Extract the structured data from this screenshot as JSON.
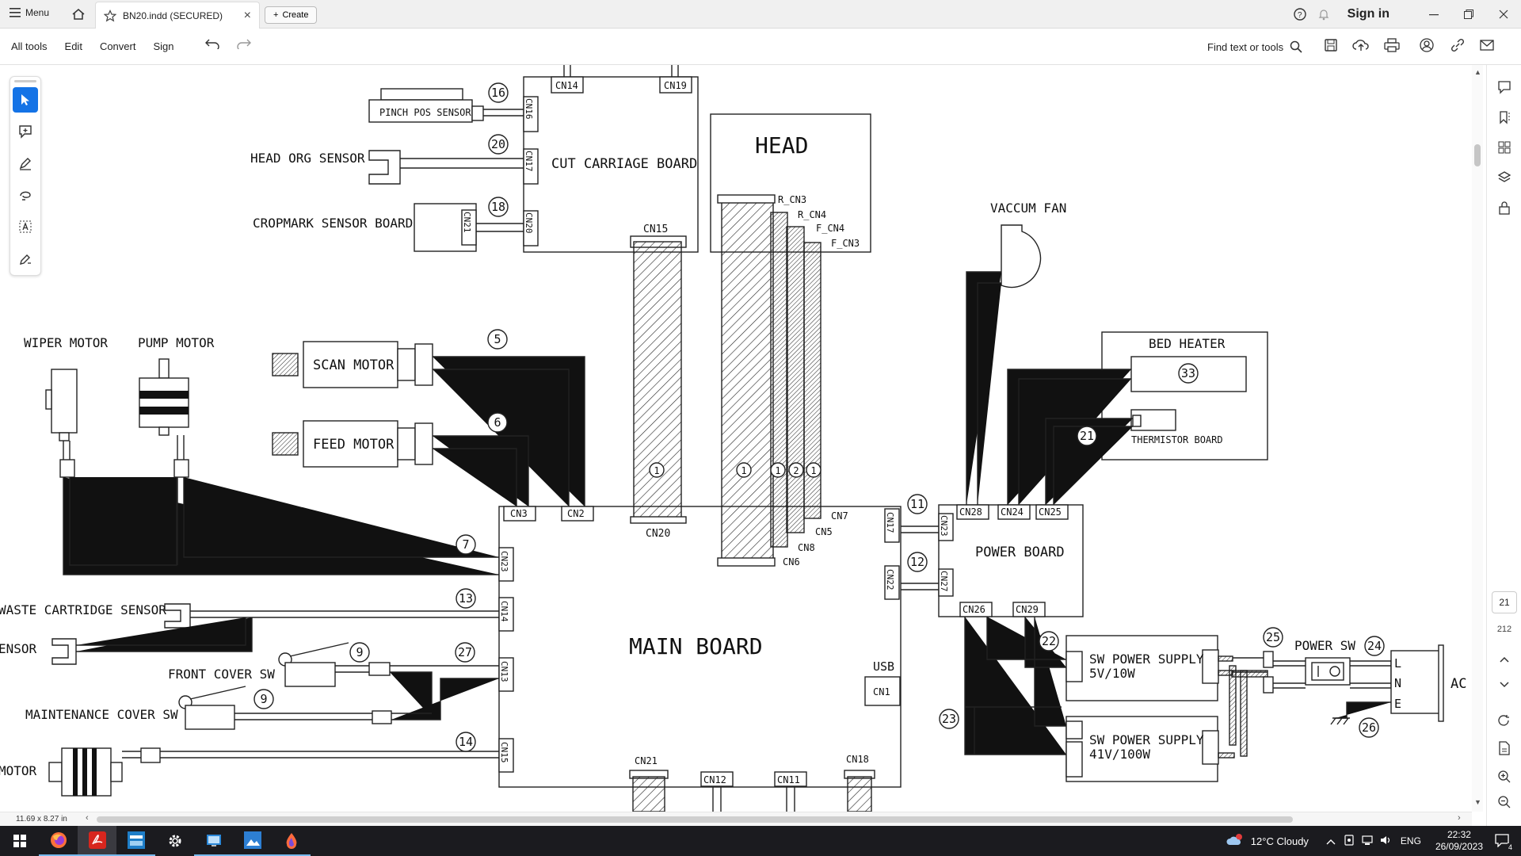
{
  "app": {
    "menu_label": "Menu",
    "tab_title": "BN20.indd (SECURED)",
    "create_label": "Create",
    "sign_in": "Sign in"
  },
  "toolbar": {
    "items": [
      "All tools",
      "Edit",
      "Convert",
      "Sign"
    ],
    "find_label": "Find text or tools"
  },
  "page_nav": {
    "current_page": "21",
    "total_pages": "212"
  },
  "status": {
    "page_size": "11.69 x 8.27 in"
  },
  "taskbar": {
    "weather": "12°C Cloudy",
    "language": "ENG",
    "time": "22:32",
    "date": "26/09/2023",
    "notifications": "4"
  },
  "diagram": {
    "boards": {
      "main": "MAIN BOARD",
      "power": "POWER BOARD",
      "cut_carriage": "CUT CARRIAGE BOARD",
      "head": "HEAD",
      "bed_heater": "BED HEATER",
      "thermistor": "THERMISTOR BOARD",
      "psu5": [
        "SW POWER SUPPLY",
        "5V/10W"
      ],
      "psu41": [
        "SW POWER SUPPLY",
        "41V/100W"
      ]
    },
    "components": {
      "pinch": "PINCH POS SENSOR",
      "head_org": "HEAD ORG SENSOR",
      "cropmark": "CROPMARK SENSOR BOARD",
      "vacuum": "VACCUM FAN",
      "wiper": "WIPER MOTOR",
      "pump": "PUMP MOTOR",
      "scan": "SCAN MOTOR",
      "feed": "FEED MOTOR",
      "waste": "WASTE CARTRIDGE SENSOR",
      "ensor": "ENSOR",
      "front_cover": "FRONT COVER SW",
      "maint_cover": "MAINTENANCE COVER SW",
      "motor": "MOTOR",
      "power_sw": "POWER SW",
      "ac": "AC",
      "usb": "USB",
      "lne": [
        "L",
        "N",
        "E"
      ]
    },
    "connectors": {
      "cn14": "CN14",
      "cn19": "CN19",
      "cn16": "CN16",
      "cn17": "CN17",
      "cn20": "CN20",
      "cn21": "CN21",
      "cn15_top": "CN15",
      "cn20_bot": "CN20",
      "r_cn3": "R_CN3",
      "r_cn4": "R_CN4",
      "f_cn4": "F_CN4",
      "f_cn3": "F_CN3",
      "cn7": "CN7",
      "cn5": "CN5",
      "cn8": "CN8",
      "cn6": "CN6",
      "cn3": "CN3",
      "cn2": "CN2",
      "cn23": "CN23",
      "cn14_m": "CN14",
      "cn13": "CN13",
      "cn15_m": "CN15",
      "cn21_b": "CN21",
      "cn12": "CN12",
      "cn11": "CN11",
      "cn18": "CN18",
      "cn17_r": "CN17",
      "cn22_r": "CN22",
      "cn1": "CN1",
      "p_cn23": "CN23",
      "p_cn27": "CN27",
      "p_cn28": "CN28",
      "p_cn24": "CN24",
      "p_cn25": "CN25",
      "p_cn26": "CN26",
      "p_cn29": "CN29"
    },
    "callouts": [
      "16",
      "20",
      "18",
      "5",
      "6",
      "1",
      "1",
      "1",
      "2",
      "1",
      "7",
      "13",
      "9",
      "27",
      "9",
      "14",
      "11",
      "12",
      "33",
      "21",
      "22",
      "23",
      "25",
      "24",
      "26"
    ]
  }
}
